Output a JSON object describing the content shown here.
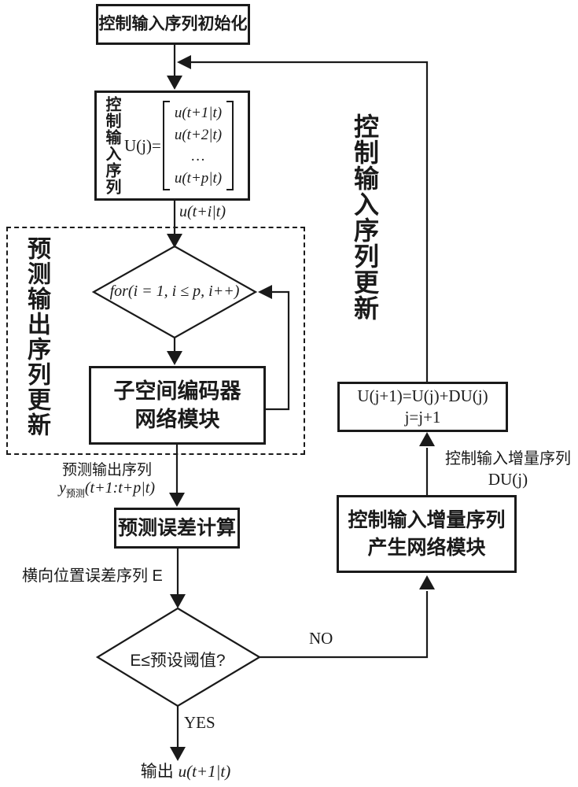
{
  "flowchart": {
    "colors": {
      "line": "#1a1a1a",
      "background": "#ffffff",
      "text": "#1a1a1a"
    },
    "boxes": {
      "init": {
        "label": "控制输入序列初始化"
      },
      "control_seq": {
        "side_label": "控制输入序列",
        "prefix": "U(j)=",
        "matrix_rows": [
          "u(t+1|t)",
          "u(t+2|t)",
          "…",
          "u(t+p|t)"
        ]
      },
      "encoder": {
        "line1": "子空间编码器",
        "line2": "网络模块"
      },
      "error_calc": {
        "label": "预测误差计算"
      },
      "seq_update": {
        "line1": "U(j+1)=U(j)+DU(j)",
        "line2": "j=j+1"
      },
      "increment_gen": {
        "line1": "控制输入增量序列",
        "line2": "产生网络模块"
      }
    },
    "diamonds": {
      "for_loop": {
        "label": "for(i = 1, i ≤ p, i++)"
      },
      "threshold": {
        "label": "E≤预设阈值?"
      }
    },
    "groups": {
      "left": {
        "label": "预测输出序列更新"
      },
      "right": {
        "label": "控制输入序列更新"
      }
    },
    "edge_labels": {
      "u_ti": "u(t+i|t)",
      "pred_seq_line1": "预测输出序列",
      "y_base": "y",
      "y_sub": "预测",
      "y_rest": "(t+1:t+p|t)",
      "lateral_error": "横向位置误差序列 E",
      "no": "NO",
      "yes": "YES",
      "output_cjk": "输出",
      "output_formula": "u(t+1|t)",
      "incr_line1": "控制输入增量序列",
      "incr_line2": "DU(j)"
    }
  }
}
